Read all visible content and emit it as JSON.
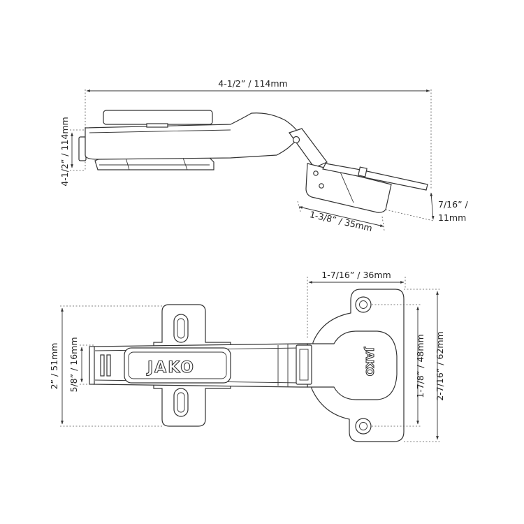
{
  "brand": {
    "logo_text": "JAKO",
    "mirrored_logo_text": "JAKO"
  },
  "side_view": {
    "overall_length": "4-1/2” / 114mm",
    "height": "4-1/2” / 114mm",
    "cup_width": "1-3/8” / 35mm",
    "cup_depth_line1": "7/16” /",
    "cup_depth_line2": "11mm"
  },
  "top_view": {
    "cup_diameter": "1-7/16” / 36mm",
    "plate_height": "2” / 51mm",
    "arm_height": "5/8” / 16mm",
    "hole_spacing": "1-7/8” / 48mm",
    "cup_plate_height": "2-7/16” / 62mm"
  }
}
